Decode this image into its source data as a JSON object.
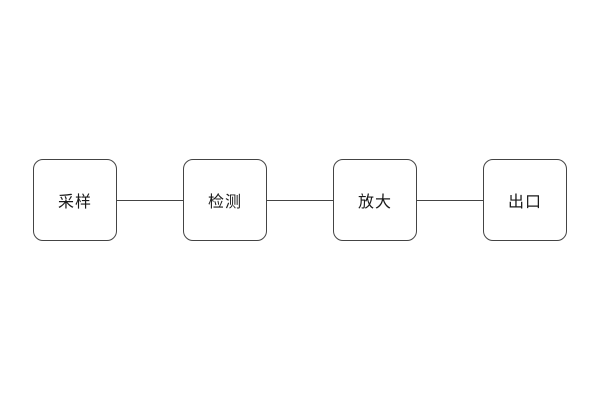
{
  "diagram": {
    "type": "flowchart",
    "direction": "horizontal",
    "nodes": [
      {
        "id": "sampling",
        "label": "采样"
      },
      {
        "id": "detection",
        "label": "检测"
      },
      {
        "id": "amplify",
        "label": "放大"
      },
      {
        "id": "output",
        "label": "出口"
      }
    ],
    "edges": [
      {
        "from": "sampling",
        "to": "detection"
      },
      {
        "from": "detection",
        "to": "amplify"
      },
      {
        "from": "amplify",
        "to": "output"
      }
    ],
    "colors": {
      "node_border": "#444444",
      "node_fill": "#ffffff",
      "text": "#1a1a1a",
      "connector": "#444444",
      "background": "#ffffff"
    }
  }
}
